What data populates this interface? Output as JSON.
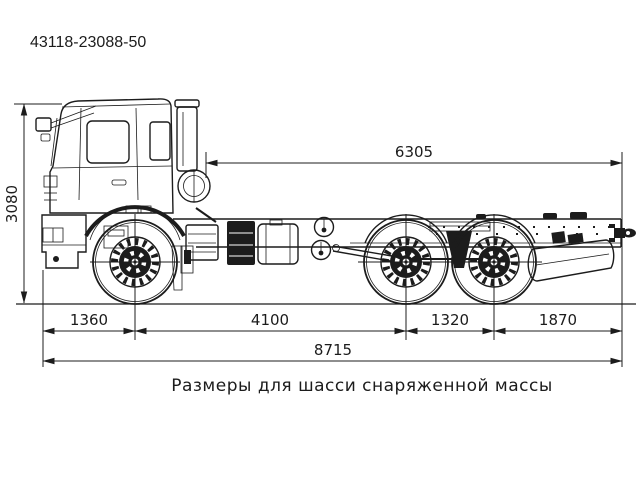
{
  "colors": {
    "background": "#ffffff",
    "ink": "#1c1c1c"
  },
  "header": {
    "model_code": "43118-23088-50"
  },
  "caption": {
    "text": "Размеры для шасси снаряженной массы"
  },
  "drawing": {
    "subject": "truck-chassis-side-view"
  },
  "dimensions": {
    "overall_height": "3080",
    "frame_behind_cab": "6305",
    "front_overhang": "1360",
    "wheelbase": "4100",
    "tandem_spacing": "1320",
    "rear_overhang": "1870",
    "overall_length": "8715"
  }
}
